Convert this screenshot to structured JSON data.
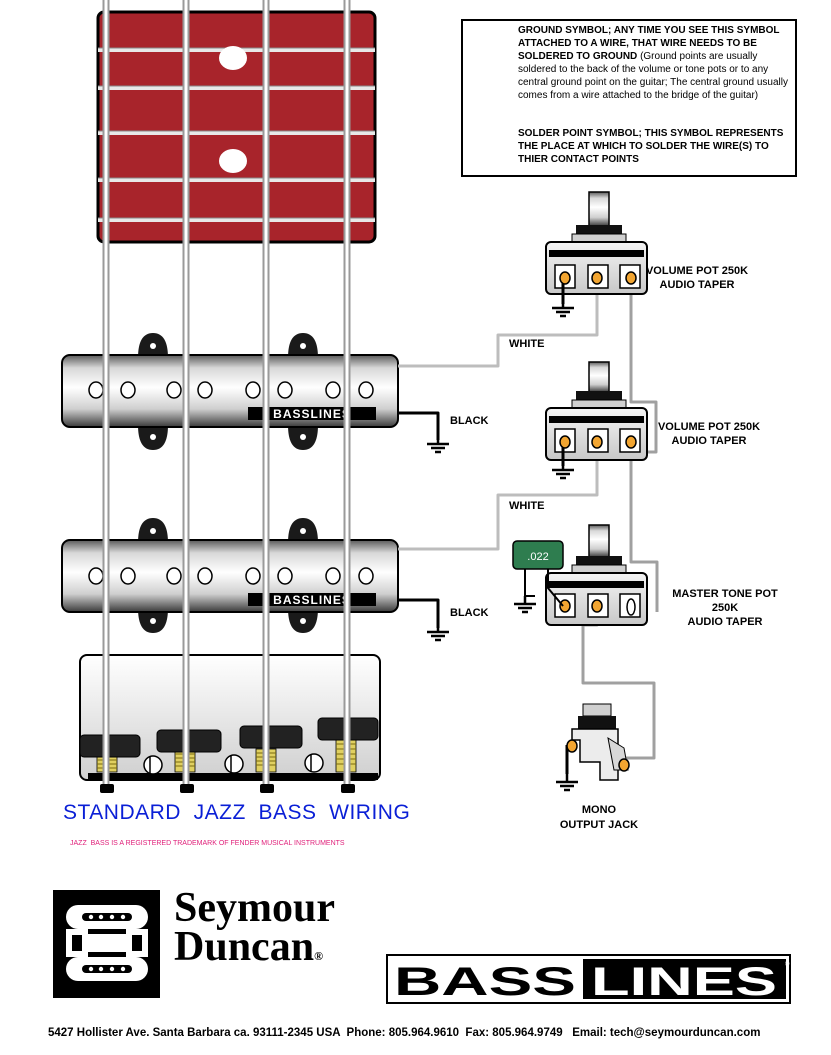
{
  "legend": {
    "ground_heading": "GROUND SYMBOL; ANY TIME YOU SEE THIS SYMBOL ATTACHED TO A WIRE, THAT WIRE NEEDS TO BE SOLDERED TO GROUND",
    "ground_detail": "(Ground points are usually soldered to the back of the volume or tone pots or to any central ground point on the guitar; The central ground usually comes from a wire attached to the bridge of the guitar)",
    "solder_heading": "SOLDER POINT SYMBOL; THIS SYMBOL REPRESENTS THE PLACE AT WHICH TO SOLDER THE WIRE(S) TO THIER CONTACT POINTS"
  },
  "components": {
    "pot1": [
      "VOLUME POT 250K",
      "AUDIO TAPER"
    ],
    "pot2": [
      "VOLUME POT 250K",
      "AUDIO TAPER"
    ],
    "tone": [
      "MASTER TONE POT",
      "250K",
      "AUDIO TAPER"
    ],
    "jack": [
      "MONO",
      "OUTPUT JACK"
    ],
    "capacitor": ".022"
  },
  "wires": {
    "white_1": "WHITE",
    "white_2": "WHITE",
    "black_1": "BLACK",
    "black_2": "BLACK"
  },
  "pickup_logo": "BASSLINES",
  "title": "STANDARD  JAZZ  BASS  WIRING",
  "trademark": "JAZZ  BASS IS A REGISTERED TRADEMARK OF FENDER MUSICAL INSTRUMENTS",
  "brand": {
    "seymour": "Seymour",
    "duncan": "Duncan",
    "reg": "®",
    "basslines_left": "BASS",
    "basslines_right": "LINES",
    "basslines_mark": "®"
  },
  "footer": "5427 Hollister Ave. Santa Barbara ca. 93111-2345 USA  Phone: 805.964.9610  Fax: 805.964.9749   Email: tech@seymourduncan.com",
  "colors": {
    "fretboard": "#a8242b",
    "title_blue": "#0a1fd6",
    "trademark_pink": "#e0207a",
    "capacitor_green": "#2e7d4f",
    "solder_orange": "#f2a531"
  }
}
